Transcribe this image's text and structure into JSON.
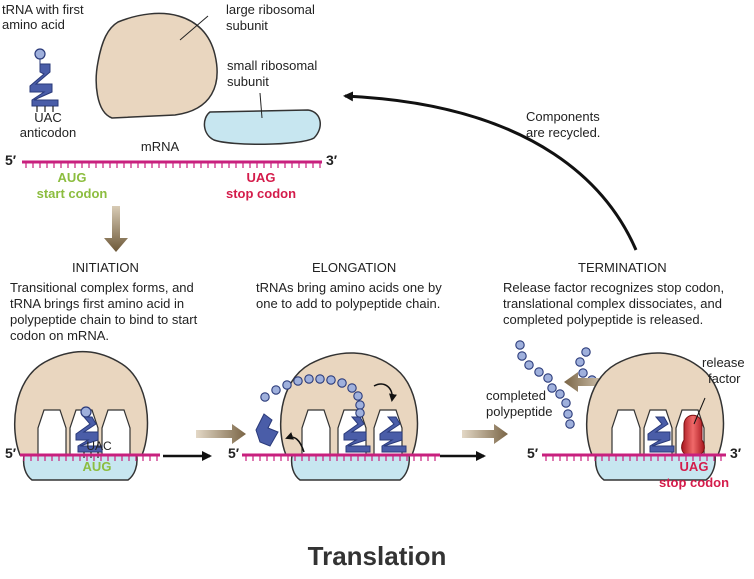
{
  "title": "Translation",
  "top": {
    "trna_label": [
      "tRNA with first",
      "amino acid"
    ],
    "trna_anticodon": "UAC",
    "anticodon_label": "anticodon",
    "large_subunit_label": [
      "large ribosomal",
      "subunit"
    ],
    "small_subunit_label": [
      "small ribosomal",
      "subunit"
    ],
    "mrna_label": "mRNA",
    "five_prime": "5′",
    "three_prime": "3′",
    "start_codon": "AUG",
    "start_codon_label": "start codon",
    "stop_codon": "UAG",
    "stop_codon_label": "stop codon",
    "recycled_label": [
      "Components",
      "are recycled."
    ]
  },
  "stages": {
    "initiation": {
      "heading": "INITIATION",
      "description": [
        "Transitional complex forms, and",
        "tRNA brings first amino acid in",
        "polypeptide chain to bind to start",
        "codon on mRNA."
      ],
      "anticodon": "UAC",
      "codon": "AUG",
      "five_prime": "5′"
    },
    "elongation": {
      "heading": "ELONGATION",
      "description": [
        "tRNAs bring amino acids one by",
        "one to add to polypeptide chain."
      ],
      "five_prime": "5′"
    },
    "termination": {
      "heading": "TERMINATION",
      "description": [
        "Release factor recognizes stop codon,",
        "translational complex dissociates, and",
        "completed polypeptide is released."
      ],
      "completed_label": [
        "completed",
        "polypeptide"
      ],
      "release_label": [
        "release",
        "factor"
      ],
      "codon": "UAG",
      "codon_label": "stop codon",
      "five_prime": "5′",
      "three_prime": "3′"
    }
  },
  "colors": {
    "mrna": "#c8207e",
    "large_subunit": "#e9d6bf",
    "small_subunit": "#c7e6f0",
    "trna": "#4a5da8",
    "amino_acid": "#9fb0dc",
    "release_factor": "#d8323a",
    "start": "#8cbd3f",
    "stop": "#d41c4b",
    "arrow_brown": "#7b6748"
  }
}
